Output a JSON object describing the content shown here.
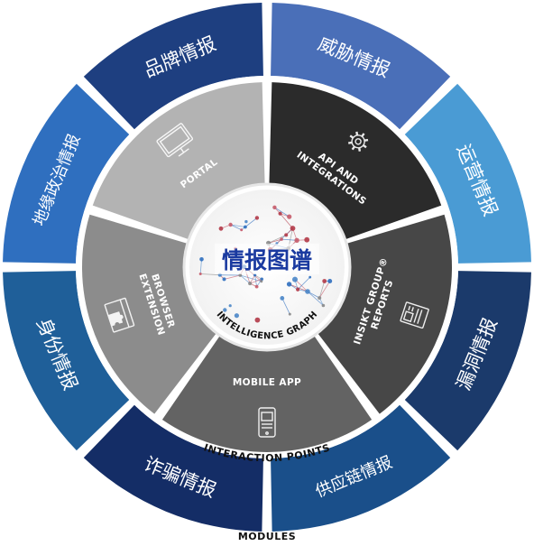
{
  "diagram": {
    "center": {
      "title": "情报图谱",
      "subtitle": "INTELLIGENCE GRAPH"
    },
    "inner_segments": [
      {
        "label_lines": [
          "API AND",
          "INTEGRATIONS"
        ],
        "color": "#2b2b2b",
        "icon": "gear-icon"
      },
      {
        "label_lines": [
          "INSIKT GROUP®",
          "REPORTS"
        ],
        "color": "#474747",
        "icon": "report-icon"
      },
      {
        "label_lines": [
          "MOBILE APP"
        ],
        "color": "#636363",
        "icon": "mobile-icon"
      },
      {
        "label_lines": [
          "BROWSER",
          "EXTENSION"
        ],
        "color": "#8c8c8c",
        "icon": "puzzle-icon"
      },
      {
        "label_lines": [
          "PORTAL"
        ],
        "color": "#b3b3b3",
        "icon": "monitor-icon"
      }
    ],
    "interaction_points_label": "INTERACTION POINTS",
    "outer_modules": [
      {
        "label": "威胁情报",
        "color": "#4a6fb8"
      },
      {
        "label": "运营情报",
        "color": "#4a9bd4"
      },
      {
        "label": "漏洞情报",
        "color": "#1b3a6b"
      },
      {
        "label": "供应链情报",
        "color": "#1a4f8a"
      },
      {
        "label": "诈骗情报",
        "color": "#142d66"
      },
      {
        "label": "身份情报",
        "color": "#1f5f99"
      },
      {
        "label": "地缘政治情报",
        "color": "#2f6fbf"
      },
      {
        "label": "品牌情报",
        "color": "#1e3f80"
      }
    ],
    "modules_label": "MODULES",
    "title_color": "#1a3aa0",
    "subtitle_color": "#111111"
  }
}
